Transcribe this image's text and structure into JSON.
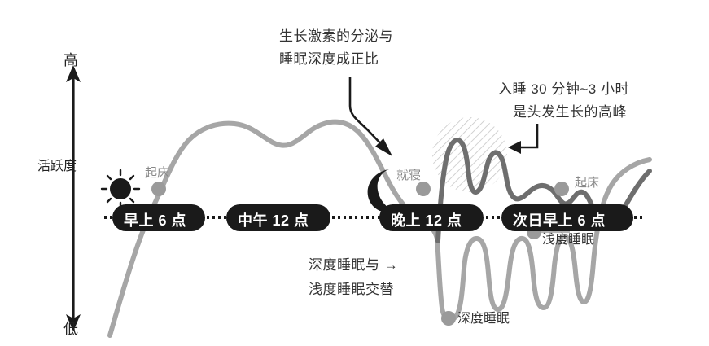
{
  "axis": {
    "vertical_top_label": "高",
    "vertical_bottom_label": "低",
    "vertical_axis_title": "活跃度"
  },
  "annotations": {
    "growth_hormone": {
      "line1": "生长激素的分泌与",
      "line2": "睡眠深度成正比"
    },
    "hair_peak": {
      "line1": "入睡 30 分钟~3 小时",
      "line2": "是头发生长的高峰"
    },
    "sleep_alternation": {
      "line1": "深度睡眠与 →",
      "line2": "浅度睡眠交替"
    }
  },
  "timeline": {
    "pills": [
      {
        "label": "早上 6 点"
      },
      {
        "label": "中午 12 点"
      },
      {
        "label": "晚上 12 点"
      },
      {
        "label": "次日早上 6 点"
      }
    ]
  },
  "markers": {
    "wake_morning": "起床",
    "bedtime": "就寝",
    "wake_next_day": "起床"
  },
  "sleep_labels": {
    "deep_sleep": "深度睡眠",
    "light_sleep": "浅度睡眠"
  },
  "icons": {
    "sun": "sun-icon",
    "moon": "moon-icon"
  },
  "colors": {
    "light_curve": "#a6a6a6",
    "dark_curve": "#6e6e6e",
    "pill_fill": "#1a1a1a",
    "text": "#333333",
    "muted_text": "#8c8c8c",
    "hatch": "#c9c9c9"
  }
}
